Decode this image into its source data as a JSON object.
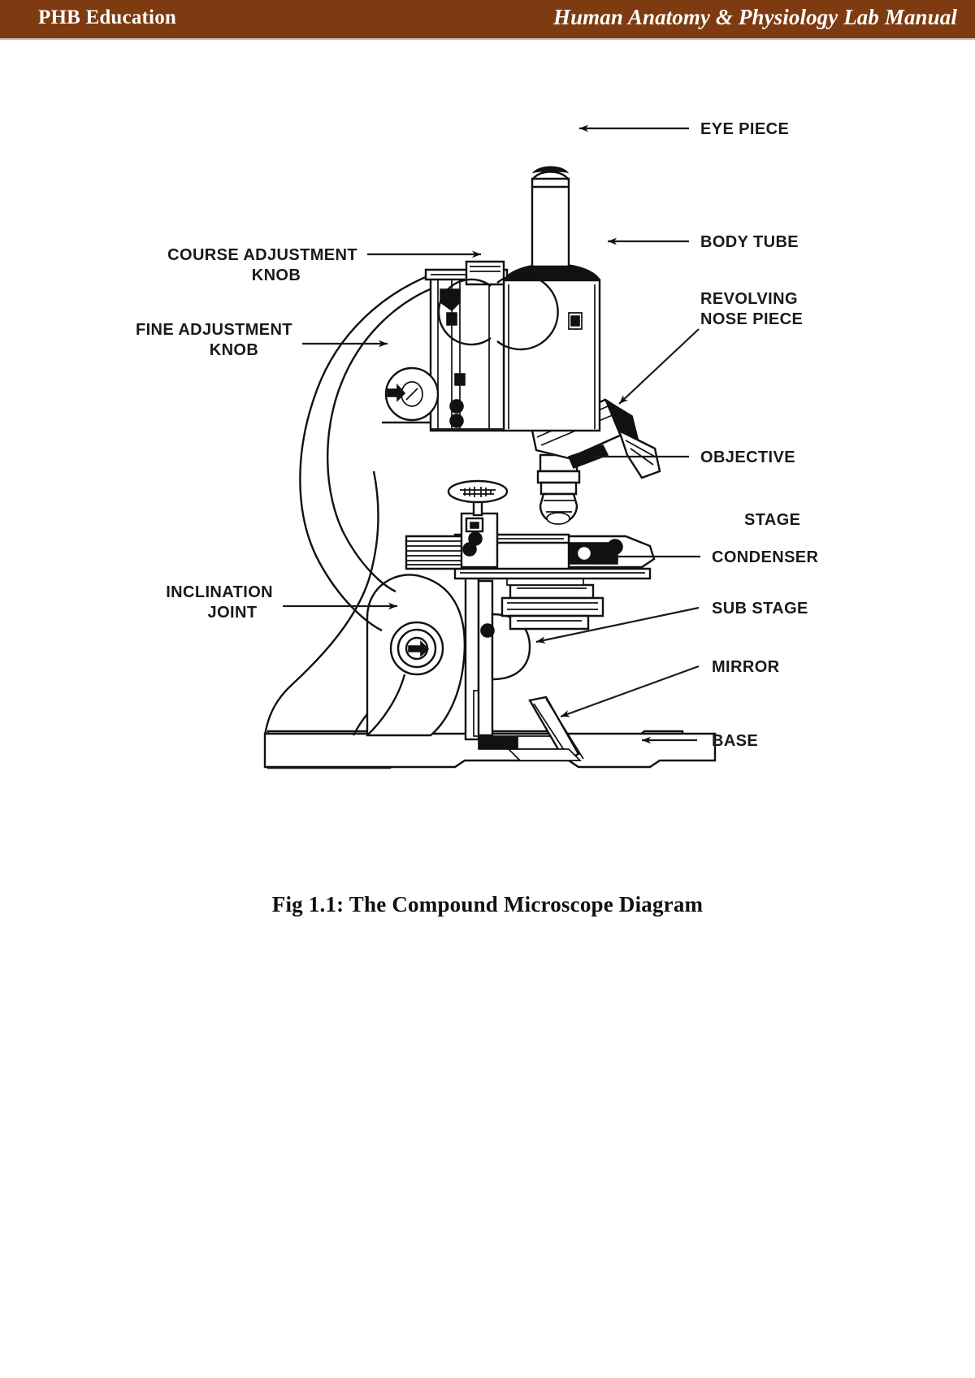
{
  "header": {
    "left_title": "PHB Education",
    "right_title": "Human Anatomy & Physiology Lab Manual",
    "bar_color": "#7e3a10",
    "text_color": "#ffffff"
  },
  "figure": {
    "caption": "Fig 1.1: The Compound Microscope Diagram",
    "subject": "compound-microscope",
    "line_color": "#111111",
    "background_color": "#ffffff",
    "labels": {
      "eye_piece": "EYE PIECE",
      "body_tube": "BODY TUBE",
      "revolving_nose_piece_line1": "REVOLVING",
      "revolving_nose_piece_line2": "NOSE PIECE",
      "objective": "OBJECTIVE",
      "stage": "STAGE",
      "condenser": "CONDENSER",
      "sub_stage": "SUB STAGE",
      "mirror": "MIRROR",
      "base": "BASE",
      "course_adjustment_line1": "COURSE ADJUSTMENT",
      "course_adjustment_line2": "KNOB",
      "fine_adjustment_line1": "FINE ADJUSTMENT",
      "fine_adjustment_line2": "KNOB",
      "inclination_joint_line1": "INCLINATION",
      "inclination_joint_line2": "JOINT"
    }
  }
}
